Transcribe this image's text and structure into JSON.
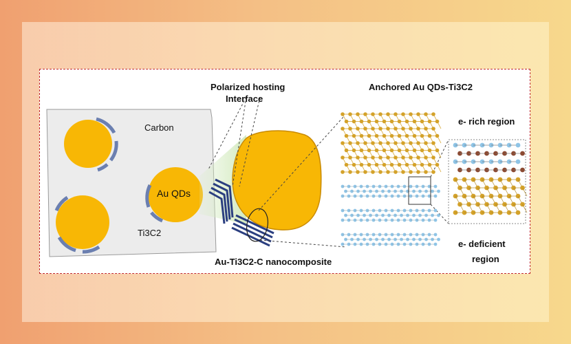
{
  "labels": {
    "carbon": "Carbon",
    "au_qds": "Au QDs",
    "ti3c2": "Ti3C2",
    "polarized_line1": "Polarized hosting",
    "polarized_line2": "Interface",
    "anchored": "Anchored Au QDs-Ti3C2",
    "e_rich": "e- rich region",
    "e_def_line1": "e- deficient",
    "e_def_line2": "region",
    "nanocomposite": "Au-Ti3C2-C nanocomposite"
  },
  "colors": {
    "gold": "#f8b705",
    "gold_edge": "#c98a00",
    "mxene": "#6b7fb0",
    "mxene_dark": "#2b3f80",
    "frame": "#c0282c",
    "carbon_bg": "#ececec",
    "atom_blue": "#8ec4e6",
    "atom_brown": "#8b4a32",
    "atom_gold": "#d4a22a"
  }
}
